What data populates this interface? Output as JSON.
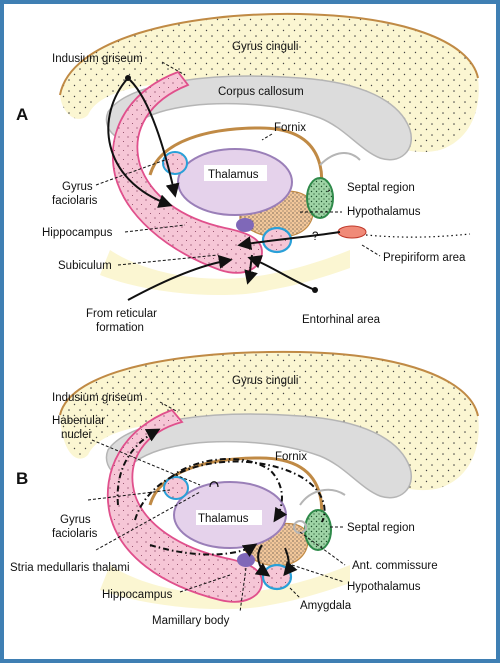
{
  "panels": [
    {
      "letter": "A",
      "labels": {
        "gyrus_cinguli": "Gyrus cinguli",
        "indusium_griseum": "Indusium griseum",
        "corpus_callosum": "Corpus callosum",
        "fornix": "Fornix",
        "thalamus": "Thalamus",
        "gyrus_faciolaris_1": "Gyrus",
        "gyrus_faciolaris_2": "faciolaris",
        "septal_region": "Septal region",
        "hypothalamus": "Hypothalamus",
        "hippocampus": "Hippocampus",
        "subiculum": "Subiculum",
        "prepiriform_area": "Prepiriform area",
        "question_mark": "?",
        "from_reticular_1": "From reticular",
        "from_reticular_2": "formation",
        "entorhinal_area": "Entorhinal area"
      }
    },
    {
      "letter": "B",
      "labels": {
        "gyrus_cinguli": "Gyrus cinguli",
        "indusium_griseum": "Indusium griseum",
        "habenular_1": "Habenular",
        "habenular_2": "nuclei",
        "fornix": "Fornix",
        "thalamus": "Thalamus",
        "gyrus_faciolaris_1": "Gyrus",
        "gyrus_faciolaris_2": "faciolaris",
        "septal_region": "Septal region",
        "ant_commissure": "Ant. commissure",
        "stria_medullaris": "Stria medullaris thalami",
        "hypothalamus": "Hypothalamus",
        "hippocampus": "Hippocampus",
        "amygdala": "Amygdala",
        "mamillary_body": "Mamillary body"
      }
    }
  ],
  "colors": {
    "border": "#3f7fb3",
    "cingulate": "#fbf6d2",
    "corpus_callosum": "#dcdcdc",
    "hippocampus_pink": "#f6c6d6",
    "hippocampus_stroke": "#e0508c",
    "fornix_stroke": "#c08a45",
    "thalamus": "#e5d2eb",
    "thalamus_stroke": "#9a7fb8",
    "septal": "#9fd4a6",
    "septal_stroke": "#2f8a4a",
    "hypothalamus": "#f2c79a",
    "amygdala_stroke": "#2aa0d8",
    "prepiriform": "#f08a78"
  }
}
